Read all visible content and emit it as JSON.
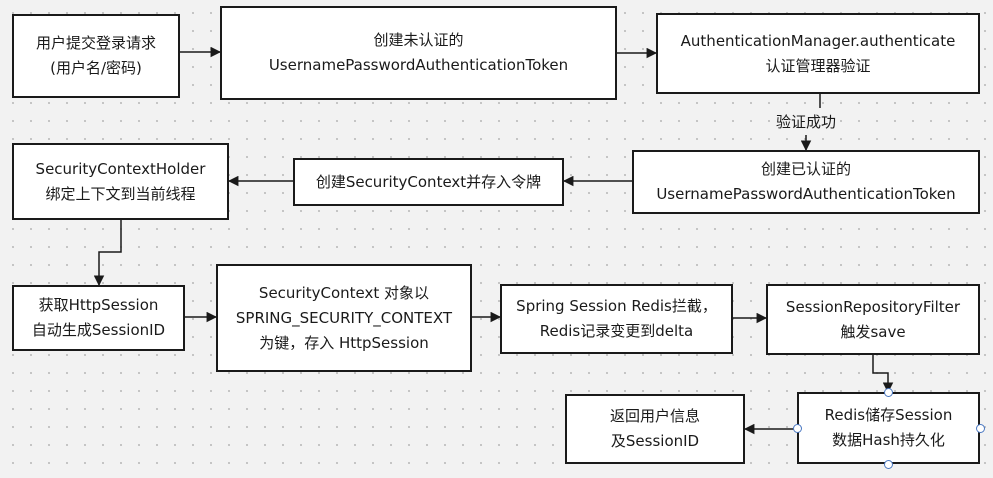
{
  "nodes": {
    "login_request": {
      "line1": "用户提交登录请求",
      "line2": "(用户名/密码)"
    },
    "create_unauth_token": {
      "line1": "创建未认证的",
      "line2": "UsernamePasswordAuthenticationToken"
    },
    "auth_manager": {
      "line1": "AuthenticationManager.authenticate",
      "line2": "认证管理器验证"
    },
    "create_auth_token": {
      "line1": "创建已认证的",
      "line2": "UsernamePasswordAuthenticationToken"
    },
    "create_security_context": {
      "line1": "创建SecurityContext并存入令牌"
    },
    "context_holder": {
      "line1": "SecurityContextHolder",
      "line2": "绑定上下文到当前线程"
    },
    "get_http_session": {
      "line1": "获取HttpSession",
      "line2": "自动生成SessionID"
    },
    "store_context": {
      "line1": "SecurityContext 对象以",
      "line2": "SPRING_SECURITY_CONTEXT",
      "line3": "为键，存入 HttpSession"
    },
    "spring_session_redis": {
      "line1": "Spring Session Redis拦截，",
      "line2": "Redis记录变更到delta"
    },
    "session_repository_filter": {
      "line1": "SessionRepositoryFilter",
      "line2": "触发save"
    },
    "redis_store": {
      "line1": "Redis储存Session",
      "line2": "数据Hash持久化"
    },
    "return_user_info": {
      "line1": "返回用户信息",
      "line2": "及SessionID"
    }
  },
  "edge_labels": {
    "verify_success": "验证成功"
  },
  "colors": {
    "line": "#1a1a1a",
    "box_fill": "#ffffff",
    "background": "#f2f2f2",
    "connector": "#4a78c2"
  }
}
